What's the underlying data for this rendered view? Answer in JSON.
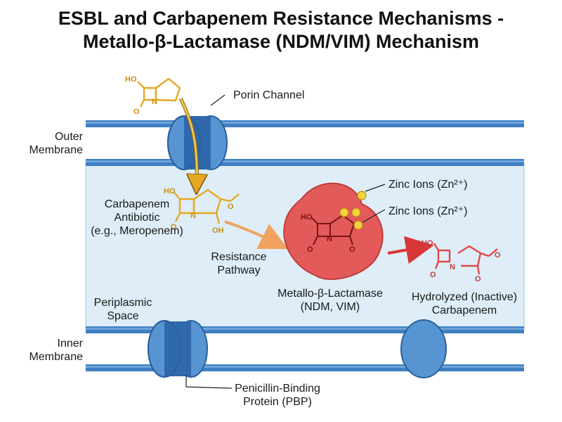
{
  "title": {
    "line1": "ESBL and Carbapenem Resistance Mechanisms -",
    "line2": "Metallo-β-Lactamase (NDM/VIM) Mechanism"
  },
  "labels": {
    "porin_channel": "Porin Channel",
    "outer_membrane": [
      "Outer",
      "Membrane"
    ],
    "carbapenem": [
      "Carbapenem",
      "Antibiotic",
      "(e.g., Meropenem)"
    ],
    "zinc_ion_1": "Zinc Ions (Zn²⁺)",
    "zinc_ion_2": "Zinc Ions (Zn²⁺)",
    "resistance_pathway": [
      "Resistance",
      "Pathway"
    ],
    "metallo_beta_lactamase": [
      "Metallo-β-Lactamase",
      "(NDM, VIM)"
    ],
    "hydrolyzed_carbapenem": [
      "Hydrolyzed (Inactive)",
      "Carbapenem"
    ],
    "periplasmic_space": [
      "Periplasmic",
      "Space"
    ],
    "inner_membrane": [
      "Inner",
      "Membrane"
    ],
    "pbp": [
      "Penicillin-Binding",
      "Protein (PBP)"
    ]
  },
  "molecule_atoms": {
    "ho": "HO",
    "n": "N",
    "o": "O",
    "oh": "OH"
  },
  "colors": {
    "membrane": "#3f7fc4",
    "membrane_light": "#6ea3d8",
    "periplasm": "#deedf7",
    "porin": "#3a78c0",
    "molecule": "#e5a824",
    "enzyme": "#e25a5a",
    "enzyme_dark": "#c23b3b",
    "zinc": "#f3d23e",
    "hydrolyzed": "#e04848",
    "arrow_orange": "#f0a35e",
    "arrow_red": "#d73737"
  }
}
